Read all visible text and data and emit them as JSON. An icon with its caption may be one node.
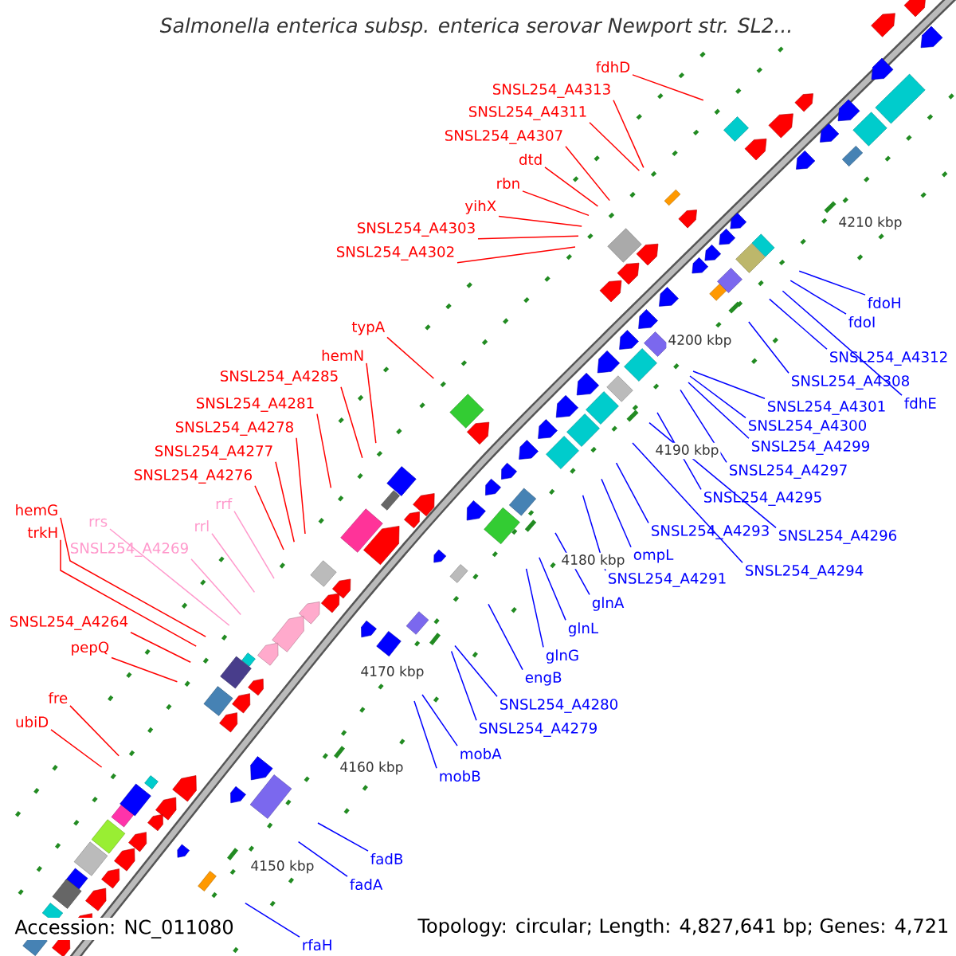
{
  "diagram": {
    "title": "Salmonella enterica subsp. enterica serovar Newport str. SL2...",
    "nodes": [
      {
        "text": [
          "fdhD"
        ]
      },
      {
        "text": [
          "SNSL254_A4313"
        ]
      },
      {
        "text": [
          "SNSL254_A4311"
        ]
      },
      {
        "text": [
          "SNSL254_A4307"
        ]
      },
      {
        "text": [
          "dtd"
        ]
      },
      {
        "text": [
          "rbn"
        ]
      },
      {
        "text": [
          "yihX"
        ]
      },
      {
        "text": [
          "SNSL254_A4303"
        ]
      },
      {
        "text": [
          "SNSL254_A4302"
        ]
      },
      {
        "text": [
          "typA"
        ]
      },
      {
        "text": [
          "hemN"
        ]
      },
      {
        "text": [
          "SNSL254_A4285"
        ]
      },
      {
        "text": [
          "SNSL254_A4281"
        ]
      },
      {
        "text": [
          "SNSL254_A4278"
        ]
      },
      {
        "text": [
          "SNSL254_A4277"
        ]
      },
      {
        "text": [
          "SNSL254_A4276"
        ]
      },
      {
        "text": [
          "rrf"
        ]
      },
      {
        "text": [
          "hemG"
        ]
      },
      {
        "text": [
          "rrs"
        ]
      },
      {
        "text": [
          "rrl"
        ]
      },
      {
        "text": [
          "trkH"
        ]
      },
      {
        "text": [
          "SNSL254_A4269"
        ]
      },
      {
        "text": [
          "SNSL254_A4264"
        ]
      },
      {
        "text": [
          "pepQ"
        ]
      },
      {
        "text": [
          "fre"
        ]
      },
      {
        "text": [
          "ubiD"
        ]
      },
      {
        "text": [
          "fdoH"
        ]
      },
      {
        "text": [
          "fdoI"
        ]
      },
      {
        "text": [
          "SNSL254_A4312"
        ]
      },
      {
        "text": [
          "SNSL254_A4308"
        ]
      },
      {
        "text": [
          "fdhE"
        ]
      },
      {
        "text": [
          "SNSL254_A4301"
        ]
      },
      {
        "text": [
          "SNSL254_A4300"
        ]
      },
      {
        "text": [
          "SNSL254_A4299"
        ]
      },
      {
        "text": [
          "SNSL254_A4297"
        ]
      },
      {
        "text": [
          "SNSL254_A4295"
        ]
      },
      {
        "text": [
          "SNSL254_A4296"
        ]
      },
      {
        "text": [
          "SNSL254_A4293"
        ]
      },
      {
        "text": [
          "SNSL254_A4294"
        ]
      },
      {
        "text": [
          "ompL"
        ]
      },
      {
        "text": [
          "SNSL254_A4291"
        ]
      },
      {
        "text": [
          "glnA"
        ]
      },
      {
        "text": [
          "glnL"
        ]
      },
      {
        "text": [
          "glnG"
        ]
      },
      {
        "text": [
          "engB"
        ]
      },
      {
        "text": [
          "SNSL254_A4280"
        ]
      },
      {
        "text": [
          "SNSL254_A4279"
        ]
      },
      {
        "text": [
          "mobA"
        ]
      },
      {
        "text": [
          "mobB"
        ]
      },
      {
        "text": [
          "fadB"
        ]
      },
      {
        "text": [
          "fadA"
        ]
      },
      {
        "text": [
          "rfaH"
        ]
      }
    ],
    "edges": [
      {
        "from": 0,
        "to": null,
        "arrow": "none",
        "color": "#ff0000"
      },
      {
        "from": 1,
        "to": null,
        "arrow": "none",
        "color": "#ff0000"
      },
      {
        "from": 2,
        "to": null,
        "arrow": "none",
        "color": "#ff0000"
      },
      {
        "from": 3,
        "to": null,
        "arrow": "none",
        "color": "#ff0000"
      },
      {
        "from": 4,
        "to": null,
        "arrow": "none",
        "color": "#ff0000"
      },
      {
        "from": 5,
        "to": null,
        "arrow": "none",
        "color": "#ff0000"
      },
      {
        "from": 6,
        "to": null,
        "arrow": "none",
        "color": "#ff0000"
      },
      {
        "from": 7,
        "to": null,
        "arrow": "none",
        "color": "#ff0000"
      },
      {
        "from": 8,
        "to": null,
        "arrow": "none",
        "color": "#ff0000"
      },
      {
        "from": 9,
        "to": null,
        "arrow": "none",
        "color": "#ff0000"
      },
      {
        "from": 10,
        "to": null,
        "arrow": "none",
        "color": "#ff0000"
      },
      {
        "from": 11,
        "to": null,
        "arrow": "none",
        "color": "#ff0000"
      },
      {
        "from": 12,
        "to": null,
        "arrow": "none",
        "color": "#ff0000"
      },
      {
        "from": 13,
        "to": null,
        "arrow": "none",
        "color": "#ff0000"
      },
      {
        "from": 14,
        "to": null,
        "arrow": "none",
        "color": "#ff0000"
      },
      {
        "from": 15,
        "to": null,
        "arrow": "none",
        "color": "#ff0000"
      },
      {
        "from": 16,
        "to": null,
        "arrow": "none",
        "color": "#ff99cc"
      },
      {
        "from": 17,
        "to": null,
        "arrow": "none",
        "color": "#ff0000"
      },
      {
        "from": 18,
        "to": null,
        "arrow": "none",
        "color": "#ff99cc"
      },
      {
        "from": 19,
        "to": null,
        "arrow": "none",
        "color": "#ff99cc"
      },
      {
        "from": 20,
        "to": null,
        "arrow": "none",
        "color": "#ff0000"
      },
      {
        "from": 21,
        "to": null,
        "arrow": "none",
        "color": "#ff99cc"
      },
      {
        "from": 22,
        "to": null,
        "arrow": "none",
        "color": "#ff0000"
      },
      {
        "from": 23,
        "to": null,
        "arrow": "none",
        "color": "#ff0000"
      },
      {
        "from": 24,
        "to": null,
        "arrow": "none",
        "color": "#ff0000"
      },
      {
        "from": 25,
        "to": null,
        "arrow": "none",
        "color": "#ff0000"
      },
      {
        "from": 26,
        "to": null,
        "arrow": "none"
      },
      {
        "from": 27,
        "to": null,
        "arrow": "none"
      },
      {
        "from": 28,
        "to": null,
        "arrow": "none"
      },
      {
        "from": 29,
        "to": null,
        "arrow": "none"
      },
      {
        "from": 30,
        "to": null,
        "arrow": "none"
      },
      {
        "from": 31,
        "to": null,
        "arrow": "none"
      },
      {
        "from": 32,
        "to": null,
        "arrow": "none"
      },
      {
        "from": 33,
        "to": null,
        "arrow": "none"
      },
      {
        "from": 34,
        "to": null,
        "arrow": "none"
      },
      {
        "from": 35,
        "to": null,
        "arrow": "none"
      },
      {
        "from": 36,
        "to": null,
        "arrow": "none"
      },
      {
        "from": 37,
        "to": null,
        "arrow": "none"
      },
      {
        "from": 38,
        "to": null,
        "arrow": "none"
      },
      {
        "from": 39,
        "to": null,
        "arrow": "none"
      },
      {
        "from": 40,
        "to": null,
        "arrow": "none"
      },
      {
        "from": 41,
        "to": null,
        "arrow": "none"
      },
      {
        "from": 42,
        "to": null,
        "arrow": "none"
      },
      {
        "from": 43,
        "to": null,
        "arrow": "none"
      },
      {
        "from": 44,
        "to": null,
        "arrow": "none"
      },
      {
        "from": 45,
        "to": null,
        "arrow": "none"
      },
      {
        "from": 46,
        "to": null,
        "arrow": "none"
      },
      {
        "from": 47,
        "to": null,
        "arrow": "none"
      },
      {
        "from": 48,
        "to": null,
        "arrow": "none"
      },
      {
        "from": 49,
        "to": null,
        "arrow": "none"
      },
      {
        "from": 50,
        "to": null,
        "arrow": "none"
      },
      {
        "from": 51,
        "to": null,
        "arrow": "none"
      }
    ],
    "labels": [
      "4210 kbp",
      "4200 kbp",
      "4190 kbp",
      "4180 kbp",
      "4170 kbp",
      "4160 kbp",
      "4150 kbp",
      "Accession: NC_011080",
      "Topology: circular; Length: 4,827,641 bp; Genes: 4,721"
    ]
  }
}
